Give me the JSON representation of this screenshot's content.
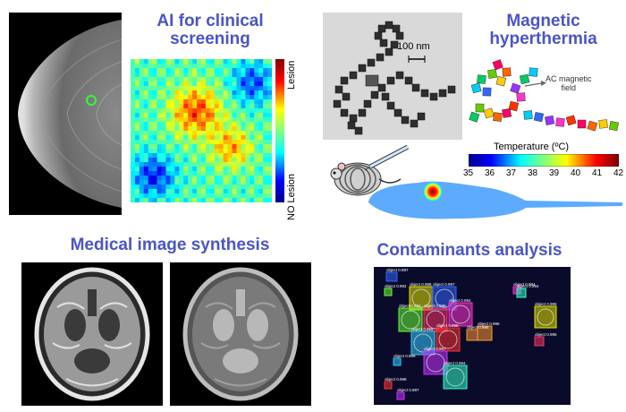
{
  "titles": {
    "ai_line1": "AI for clinical",
    "ai_line2": "screening",
    "mag_line1": "Magnetic",
    "mag_line2": "hyperthermia",
    "synth": "Medical image synthesis",
    "contam": "Contaminants analysis"
  },
  "heatmap": {
    "label_top": "Lesion",
    "label_bottom": "NO Lesion"
  },
  "tem": {
    "scale_label": "100 nm"
  },
  "magnet": {
    "field_label_line1": "AC magnetic",
    "field_label_line2": "field"
  },
  "temperature_bar": {
    "title": "Temperature (ºC)",
    "ticks": [
      "35",
      "36",
      "37",
      "38",
      "39",
      "40",
      "41",
      "42"
    ]
  },
  "detections": [
    {
      "label": "object 0.996",
      "color": "#e6e600"
    },
    {
      "label": "object 0.997",
      "color": "#3366ff"
    },
    {
      "label": "object 0.992",
      "color": "#66ff33"
    },
    {
      "label": "object 0.995",
      "color": "#ff3366"
    },
    {
      "label": "object 0.994",
      "color": "#ff33cc"
    },
    {
      "label": "object 0.999",
      "color": "#33ccff"
    },
    {
      "label": "object 0.998",
      "color": "#ff3333"
    },
    {
      "label": "object 0.997",
      "color": "#cc33ff"
    },
    {
      "label": "object 0.994",
      "color": "#33ffcc"
    },
    {
      "label": "object 0.996",
      "color": "#ff9933"
    }
  ],
  "colors": {
    "title": "#4a55c8",
    "accent": "#4a55c8"
  }
}
